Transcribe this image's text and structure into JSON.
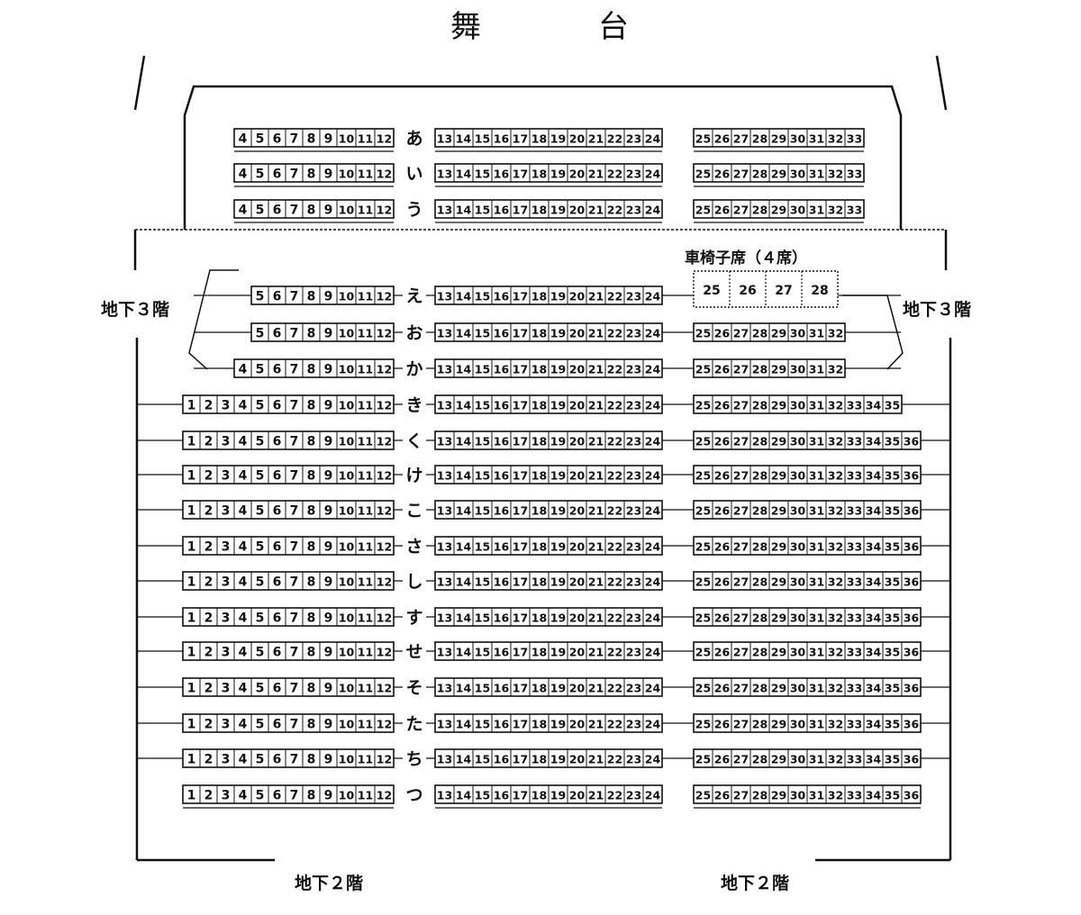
{
  "stage": {
    "left": "舞",
    "right": "台"
  },
  "floor_labels": {
    "b3_left": "地下３階",
    "b3_right": "地下３階",
    "b2_left": "地下２階",
    "b2_right": "地下２階"
  },
  "wheelchair": {
    "label": "車椅子席（４席）",
    "seats": [
      "25",
      "26",
      "27",
      "28"
    ]
  },
  "rows": [
    {
      "name": "あ",
      "left": [
        4,
        12
      ],
      "center": [
        13,
        24
      ],
      "right": [
        25,
        33
      ]
    },
    {
      "name": "い",
      "left": [
        4,
        12
      ],
      "center": [
        13,
        24
      ],
      "right": [
        25,
        33
      ]
    },
    {
      "name": "う",
      "left": [
        4,
        12
      ],
      "center": [
        13,
        24
      ],
      "right": [
        25,
        33
      ]
    },
    {
      "name": "え",
      "left": [
        5,
        12
      ],
      "center": [
        13,
        24
      ],
      "right": null
    },
    {
      "name": "お",
      "left": [
        5,
        12
      ],
      "center": [
        13,
        24
      ],
      "right": [
        25,
        32
      ]
    },
    {
      "name": "か",
      "left": [
        4,
        12
      ],
      "center": [
        13,
        24
      ],
      "right": [
        25,
        32
      ]
    },
    {
      "name": "き",
      "left": [
        1,
        12
      ],
      "center": [
        13,
        24
      ],
      "right": [
        25,
        35
      ]
    },
    {
      "name": "く",
      "left": [
        1,
        12
      ],
      "center": [
        13,
        24
      ],
      "right": [
        25,
        36
      ]
    },
    {
      "name": "け",
      "left": [
        1,
        12
      ],
      "center": [
        13,
        24
      ],
      "right": [
        25,
        36
      ]
    },
    {
      "name": "こ",
      "left": [
        1,
        12
      ],
      "center": [
        13,
        24
      ],
      "right": [
        25,
        36
      ]
    },
    {
      "name": "さ",
      "left": [
        1,
        12
      ],
      "center": [
        13,
        24
      ],
      "right": [
        25,
        36
      ]
    },
    {
      "name": "し",
      "left": [
        1,
        12
      ],
      "center": [
        13,
        24
      ],
      "right": [
        25,
        36
      ]
    },
    {
      "name": "す",
      "left": [
        1,
        12
      ],
      "center": [
        13,
        24
      ],
      "right": [
        25,
        36
      ]
    },
    {
      "name": "せ",
      "left": [
        1,
        12
      ],
      "center": [
        13,
        24
      ],
      "right": [
        25,
        36
      ]
    },
    {
      "name": "そ",
      "left": [
        1,
        12
      ],
      "center": [
        13,
        24
      ],
      "right": [
        25,
        36
      ]
    },
    {
      "name": "た",
      "left": [
        1,
        12
      ],
      "center": [
        13,
        24
      ],
      "right": [
        25,
        36
      ]
    },
    {
      "name": "ち",
      "left": [
        1,
        12
      ],
      "center": [
        13,
        24
      ],
      "right": [
        25,
        36
      ]
    },
    {
      "name": "つ",
      "left": [
        1,
        12
      ],
      "center": [
        13,
        24
      ],
      "right": [
        25,
        36
      ]
    }
  ]
}
